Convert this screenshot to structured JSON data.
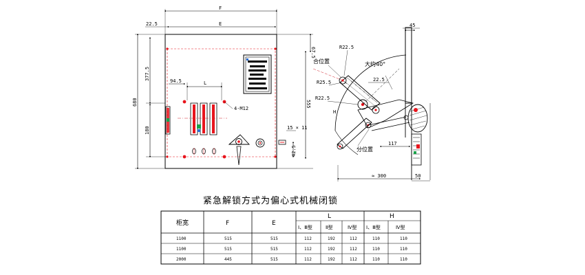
{
  "front_view": {
    "dim_F": "F",
    "dim_E": "E",
    "dim_top_left": "22.5",
    "dim_h_total": "680",
    "dim_h_upper": "377.5",
    "dim_h_lower": "180",
    "dim_94_5": "94.5",
    "dim_L": "L",
    "dim_4_M12": "4-M12",
    "dim_67_5": "67.5",
    "dim_555": "555",
    "dim_15_11": "15 × 11",
    "dim_42_5": "42.5"
  },
  "side_view": {
    "dim_45": "45",
    "r22_5_top": "R22.5",
    "label_hezhazhi": "合位置",
    "label_approx40": "大约40°",
    "dim_22_5": "22.5",
    "r25_5": "R25.5",
    "r22_5_mid": "R22.5",
    "dim_h": "H",
    "label_fenzhazhi": "分位置",
    "dim_117": "117",
    "dim_300": "≈ 300",
    "dim_50": "50"
  },
  "caption": "紧急解锁方式为偏心式机械闭锁",
  "table": {
    "header_width": "柜宽",
    "header_F": "F",
    "header_E": "E",
    "header_L": "L",
    "header_H": "H",
    "sub_headers_L": [
      "Ⅰ、Ⅲ型",
      "Ⅱ型",
      "Ⅳ型"
    ],
    "sub_headers_H": [
      "Ⅰ、Ⅲ型",
      "Ⅳ型"
    ],
    "rows": [
      {
        "width": "1100",
        "F": "515",
        "E": "515",
        "L1": "112",
        "L2": "192",
        "L3": "112",
        "H1": "110",
        "H2": "110"
      },
      {
        "width": "1100",
        "F": "515",
        "E": "515",
        "L1": "112",
        "L2": "192",
        "L3": "112",
        "H1": "110",
        "H2": "110"
      },
      {
        "width": "2000",
        "F": "445",
        "E": "515",
        "L1": "112",
        "L2": "192",
        "L3": "112",
        "H1": "110",
        "H2": "110"
      }
    ]
  },
  "colors": {
    "line": "#000000",
    "center_line": "#d0202a",
    "red_mark": "#e8141c",
    "blue_mark": "#2b6fd6",
    "green_mark": "#1aa34a"
  }
}
